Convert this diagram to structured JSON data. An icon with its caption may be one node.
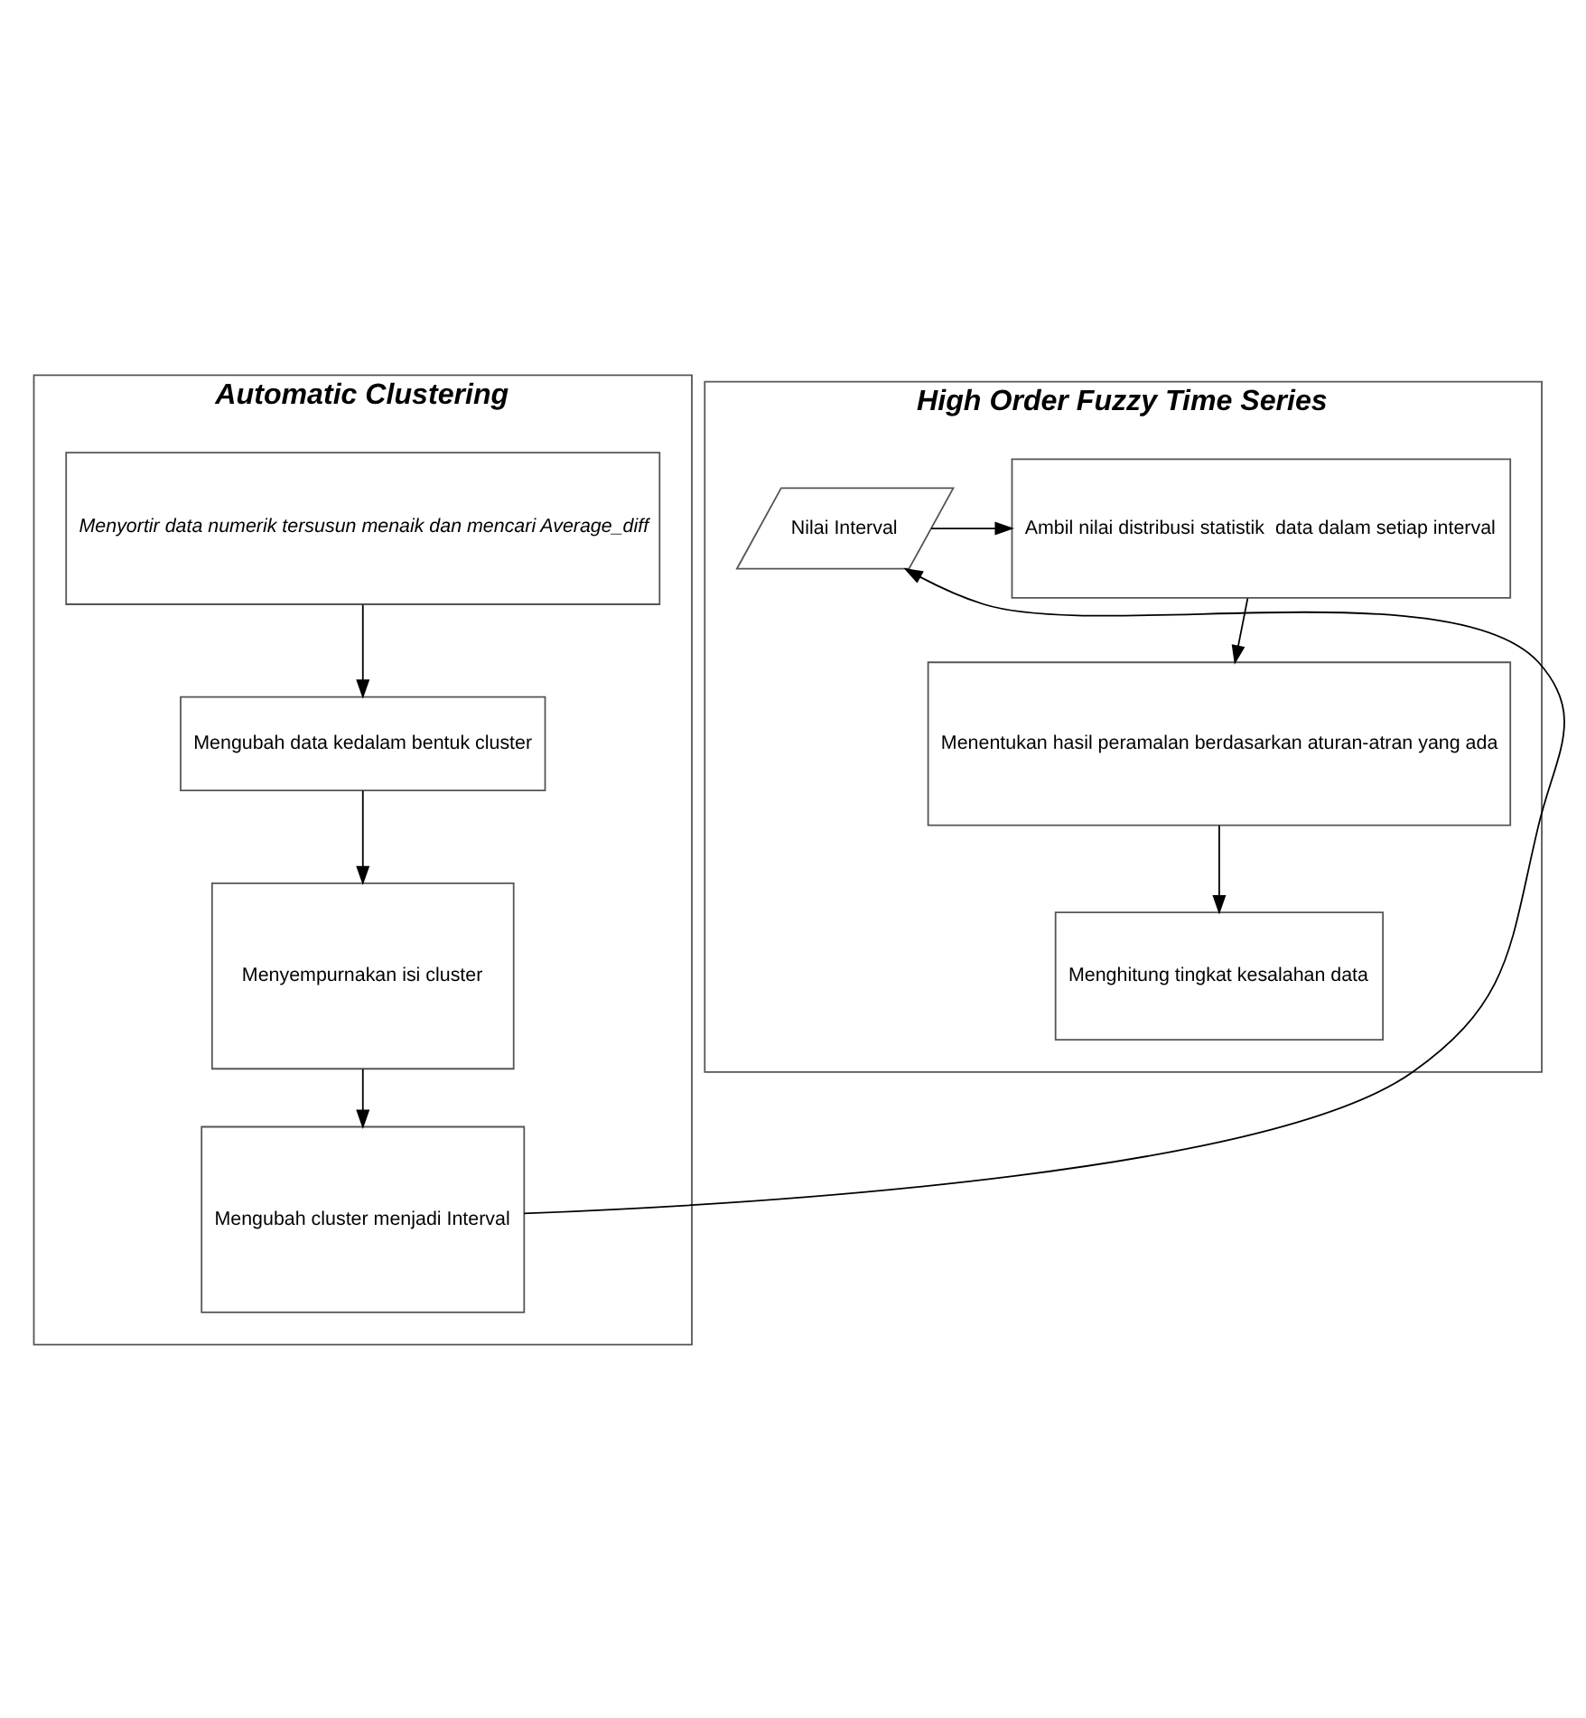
{
  "diagram": {
    "nodes": [
      {
        "text": [
          "Automatic Clustering"
        ]
      },
      {
        "text": [
          "Menyortir data numerik tersusun menaik dan mencari Average_diff"
        ],
        "in": 0
      },
      {
        "text": [
          "Mengubah data kedalam bentuk cluster"
        ],
        "in": 0
      },
      {
        "text": [
          "Menyempurnakan isi cluster"
        ],
        "in": 0
      },
      {
        "text": [
          "Mengubah cluster menjadi Interval"
        ],
        "in": 0
      },
      {
        "text": [
          "High Order Fuzzy Time Series"
        ]
      },
      {
        "text": [
          "Nilai Interval"
        ],
        "in": 5
      },
      {
        "text": [
          "Ambil nilai distribusi statistik  data dalam setiap interval"
        ],
        "in": 5
      },
      {
        "text": [
          "Menentukan hasil peramalan berdasarkan aturan-atran yang ada"
        ],
        "in": 5
      },
      {
        "text": [
          "Menghitung tingkat kesalahan data"
        ],
        "in": 5
      }
    ],
    "edges": [
      {
        "from": 1,
        "to": 2,
        "arrow": "to"
      },
      {
        "from": 2,
        "to": 3,
        "arrow": "to"
      },
      {
        "from": 3,
        "to": 4,
        "arrow": "to"
      },
      {
        "from": 4,
        "to": 6,
        "arrow": "to"
      },
      {
        "from": 6,
        "to": 7,
        "arrow": "to"
      },
      {
        "from": 7,
        "to": 8,
        "arrow": "to"
      },
      {
        "from": 8,
        "to": 9,
        "arrow": "to"
      }
    ]
  }
}
